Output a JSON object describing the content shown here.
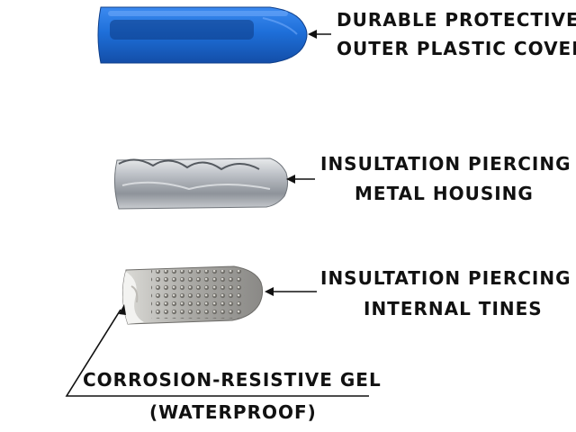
{
  "labels": {
    "cover_line1": "DURABLE PROTECTIVE",
    "cover_line2": "OUTER PLASTIC COVER",
    "housing_line1": "INSULTATION PIERCING",
    "housing_line2": "METAL HOUSING",
    "tines_line1": "INSULTATION PIERCING",
    "tines_line2": "INTERNAL TINES",
    "gel_line1": "CORROSION-RESISTIVE GEL",
    "gel_line2": "(WATERPROOF)"
  },
  "colors": {
    "background": "#ffffff",
    "text": "#111111",
    "cover_blue": "#1e6fd9",
    "metal": "#b8bcc2"
  }
}
